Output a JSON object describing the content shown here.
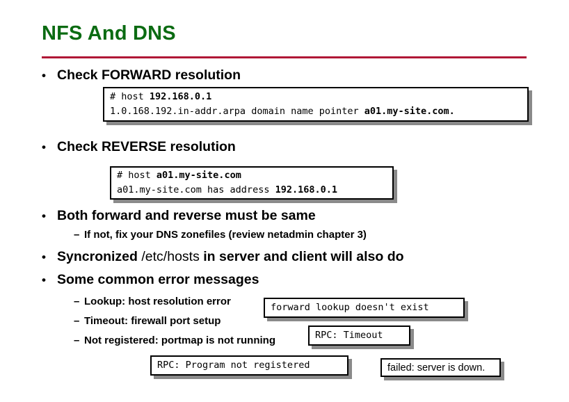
{
  "slide": {
    "title": "NFS And DNS",
    "title_color": "#0b6b12",
    "rule_color": "#b01736",
    "shadow_color": "#8a8a8a",
    "background": "#ffffff"
  },
  "bullets": {
    "check_forward": "Check FORWARD resolution",
    "check_reverse": "Check REVERSE resolution",
    "both_same": "Both forward and reverse must be same",
    "sub_zonefiles": "If not, fix your DNS zonefiles (review netadmin chapter 3)",
    "sync_pre": "Syncronized ",
    "sync_mono": "/etc/hosts",
    "sync_post": " in server and client will also do",
    "common_errors": "Some common error messages",
    "err_lookup": "Lookup: host resolution error",
    "err_timeout": "Timeout: firewall port setup",
    "err_notregistered": "Not registered: portmap is not running",
    "bullet_glyph": "•",
    "dash_glyph": "–"
  },
  "boxes": {
    "forward_check": {
      "line1_reg": "# host ",
      "line1_bold": "192.168.0.1",
      "line2_reg": "1.0.168.192.in-addr.arpa domain name pointer ",
      "line2_bold": "a01.my-site.com."
    },
    "reverse_check": {
      "line1_reg": "# host ",
      "line1_bold": "a01.my-site.com",
      "line2_reg": "a01.my-site.com has address ",
      "line2_bold": "192.168.0.1"
    },
    "forward_lookup_error": "forward lookup doesn't exist",
    "rpc_timeout": "RPC: Timeout",
    "rpc_program_not_registered": "RPC: Program not registered",
    "server_down": "failed: server is down."
  }
}
